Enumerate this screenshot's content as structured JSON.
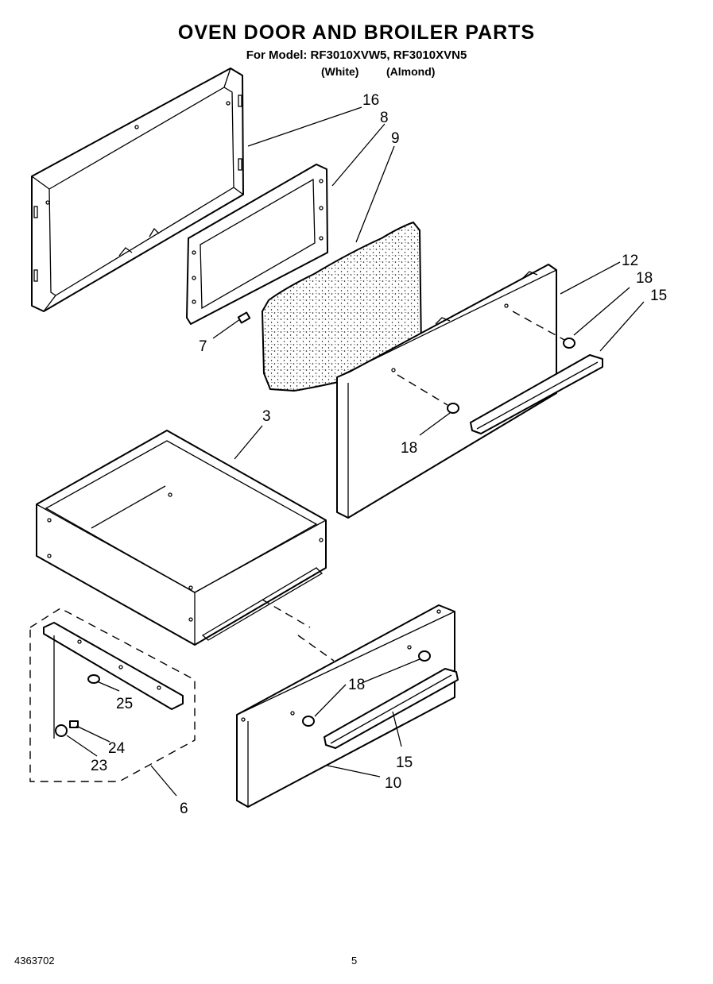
{
  "header": {
    "title": "OVEN DOOR AND BROILER PARTS",
    "models_line": "For Model: RF3010XVW5, RF3010XVN5",
    "color_white": "(White)",
    "color_almond": "(Almond)"
  },
  "labels": {
    "p16": "16",
    "p8": "8",
    "p9": "9",
    "p12": "12",
    "p18a": "18",
    "p15a": "15",
    "p7": "7",
    "p18b": "18",
    "p3": "3",
    "p25": "25",
    "p24": "24",
    "p23": "23",
    "p18c": "18",
    "p15b": "15",
    "p10": "10",
    "p6": "6"
  },
  "footer": {
    "doc_number": "4363702",
    "page_number": "5"
  }
}
